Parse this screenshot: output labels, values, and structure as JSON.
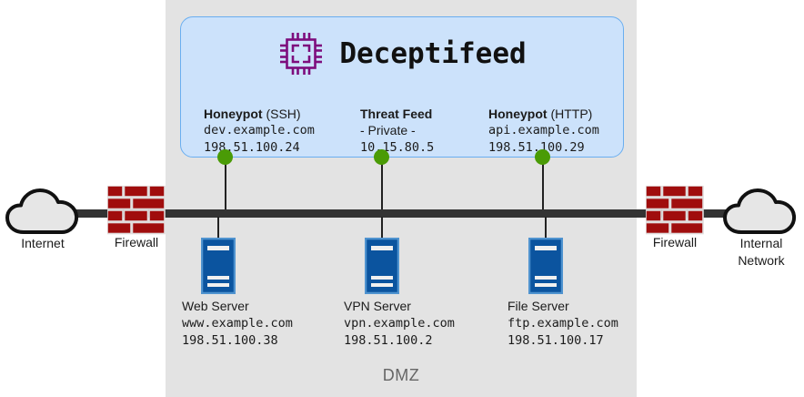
{
  "zone": {
    "label": "DMZ"
  },
  "panel": {
    "title": "Deceptifeed",
    "icon": "cpu-chip-icon",
    "accent_border": "#6aaef0",
    "accent_fill": "#cce2fb",
    "icon_color": "#7d0d7d",
    "columns": [
      {
        "title_strong": "Honeypot",
        "title_light": " (SSH)",
        "host": "dev.example.com",
        "ip": "198.51.100.24",
        "host_is_mono": true
      },
      {
        "title_strong": "Threat Feed",
        "title_light": "",
        "host": "- Private -",
        "ip": "10.15.80.5",
        "host_is_mono": false
      },
      {
        "title_strong": "Honeypot",
        "title_light": " (HTTP)",
        "host": "api.example.com",
        "ip": "198.51.100.29",
        "host_is_mono": true
      }
    ]
  },
  "taps": {
    "dot_color": "#4a9b06",
    "count": 3
  },
  "backbone": {
    "color": "#333333"
  },
  "servers": [
    {
      "name": "Web Server",
      "host": "www.example.com",
      "ip": "198.51.100.38",
      "icon": "server-icon"
    },
    {
      "name": "VPN Server",
      "host": "vpn.example.com",
      "ip": "198.51.100.2",
      "icon": "server-icon"
    },
    {
      "name": "File Server",
      "host": "ftp.example.com",
      "ip": "198.51.100.17",
      "icon": "server-icon"
    }
  ],
  "firewalls": [
    {
      "label": "Firewall",
      "icon": "firewall-brick-icon"
    },
    {
      "label": "Firewall",
      "icon": "firewall-brick-icon"
    }
  ],
  "clouds": [
    {
      "label": "Internet",
      "icon": "cloud-icon"
    },
    {
      "label": "Internal\nNetwork",
      "label_line1": "Internal",
      "label_line2": "Network",
      "icon": "cloud-icon"
    }
  ],
  "colors": {
    "server_body": "#0b549f",
    "server_border": "#4f93cf",
    "brick": "#a00d0d",
    "brick_mortar": "#e0dcdc",
    "cloud_fill": "#e6e6e6",
    "cloud_stroke": "#111111",
    "dmz_bg": "#e3e3e3",
    "dmz_text": "#666666"
  }
}
